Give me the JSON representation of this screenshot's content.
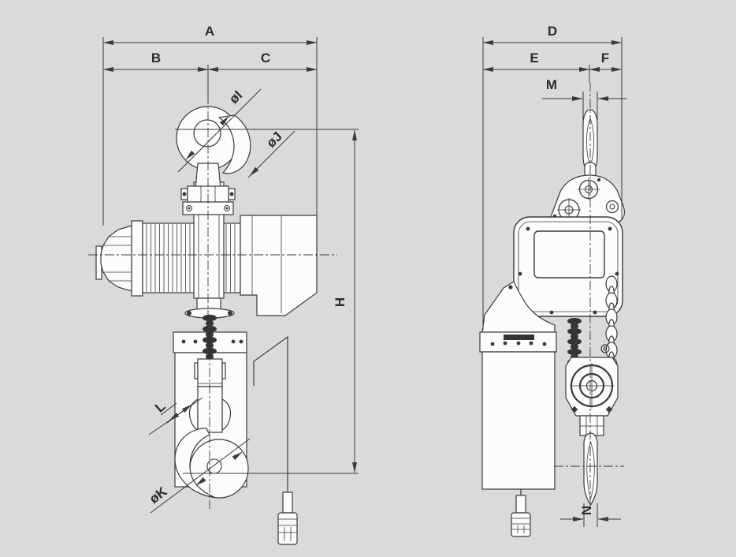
{
  "drawing": {
    "type": "technical-dimension-drawing",
    "subject": "electric chain hoist, front and side views",
    "background_color": "#d9dadb",
    "line_color": "#3a3a3a",
    "views": [
      {
        "name": "front",
        "dimension_labels": {
          "overall_width": "A",
          "width_left_of_hook_center": "B",
          "width_right_of_hook_center": "C",
          "hook_to_hook_height": "H",
          "top_hook_opening_diameter": "øI",
          "top_hook_stock_diameter": "øJ",
          "bottom_hook_stock_width": "L",
          "bottom_hook_opening_diameter": "øK"
        }
      },
      {
        "name": "side",
        "dimension_labels": {
          "overall_depth": "D",
          "depth_left_of_hook_center": "E",
          "depth_right_of_hook_center": "F",
          "top_hook_width": "M",
          "bottom_hook_width": "N"
        }
      }
    ]
  }
}
